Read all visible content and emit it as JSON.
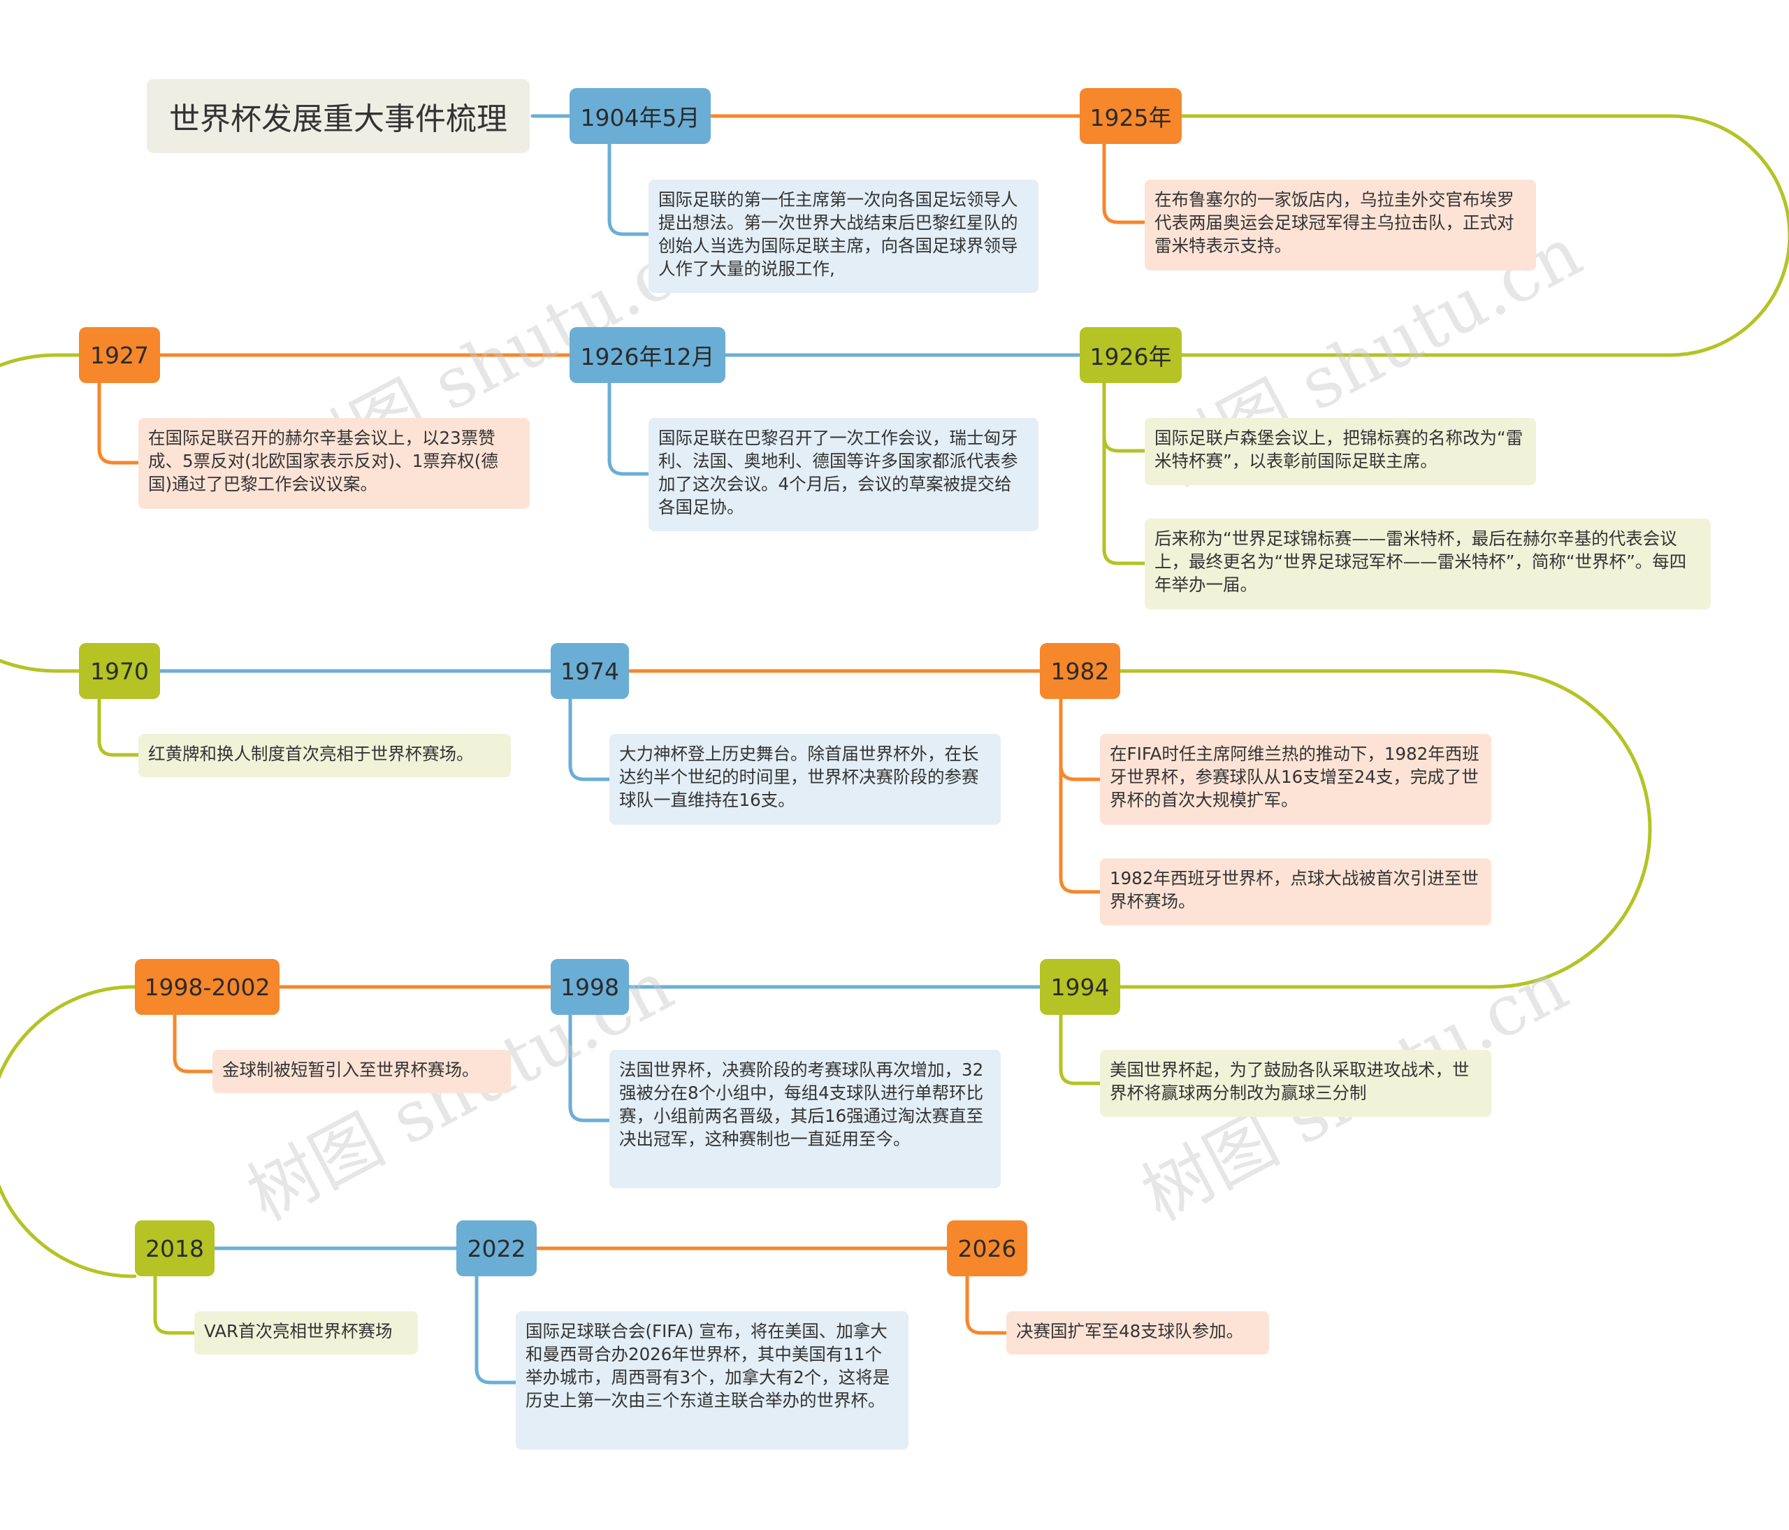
{
  "title": "世界杯发展重大事件梳理",
  "nodes": {
    "y1904": "1904年5月",
    "y1925": "1925年",
    "y1927": "1927",
    "y1926_12": "1926年12月",
    "y1926": "1926年",
    "y1970": "1970",
    "y1974": "1974",
    "y1982": "1982",
    "y1998_2002": "1998-2002",
    "y1998": "1998",
    "y1994": "1994",
    "y2018": "2018",
    "y2022": "2022",
    "y2026": "2026"
  },
  "notes": {
    "n1904": "国际足联的第一任主席第一次向各国足坛领导人提出想法。第一次世界大战结束后巴黎红星队的创始人当选为国际足联主席，向各国足球界领导人作了大量的说服工作,",
    "n1925": "在布鲁塞尔的一家饭店内，乌拉圭外交官布埃罗代表两届奥运会足球冠军得主乌拉击队，正式对雷米特表示支持。",
    "n1927": "在国际足联召开的赫尔辛基会议上，以23票赞成、5票反对(北欧国家表示反对)、1票弃权(德国)通过了巴黎工作会议议案。",
    "n1926_12": "国际足联在巴黎召开了一次工作会议，瑞士匈牙利、法国、奥地利、德国等许多国家都派代表参加了这次会议。4个月后，会议的草案被提交给各国足协。",
    "n1926a": "国际足联卢森堡会议上，把锦标赛的名称改为“雷米特杯赛”，以表彰前国际足联主席。",
    "n1926b": "后来称为“世界足球锦标赛——雷米特杯，最后在赫尔辛基的代表会议上，最终更名为“世界足球冠军杯——雷米特杯”，简称“世界杯”。每四年举办一届。",
    "n1970": "红黄牌和换人制度首次亮相于世界杯赛场。",
    "n1974": "大力神杯登上历史舞台。除首届世界杯外，在长达约半个世纪的时间里，世界杯决赛阶段的参赛球队一直维持在16支。",
    "n1982a": "在FIFA时任主席阿维兰热的推动下，1982年西班牙世界杯，参赛球队从16支增至24支，完成了世界杯的首次大规模扩军。",
    "n1982b": "1982年西班牙世界杯，点球大战被首次引进至世界杯赛场。",
    "n1998_2002": "金球制被短暂引入至世界杯赛场。",
    "n1998": "法国世界杯，决赛阶段的考赛球队再次增加，32强被分在8个小组中，每组4支球队进行单帮环比赛，小组前两名晋级，其后16强通过淘汰赛直至决出冠军，这种赛制也一直延用至今。",
    "n1994": "美国世界杯起，为了鼓励各队采取进攻战术，世界杯将赢球两分制改为赢球三分制",
    "n2018": "VAR首次亮相世界杯赛场",
    "n2022": "国际足球联合会(FIFA) 宣布，将在美国、加拿大和曼西哥合办2026年世界杯，其中美国有11个举办城市，周西哥有3个，加拿大有2个，这将是历史上第一次由三个东道主联合举办的世界杯。",
    "n2026": "决赛国扩军至48支球队参加。"
  },
  "watermark": "树图 shutu.cn",
  "colors": {
    "blue": "#6aaed6",
    "orange": "#f6872b",
    "green": "#b5c324"
  }
}
